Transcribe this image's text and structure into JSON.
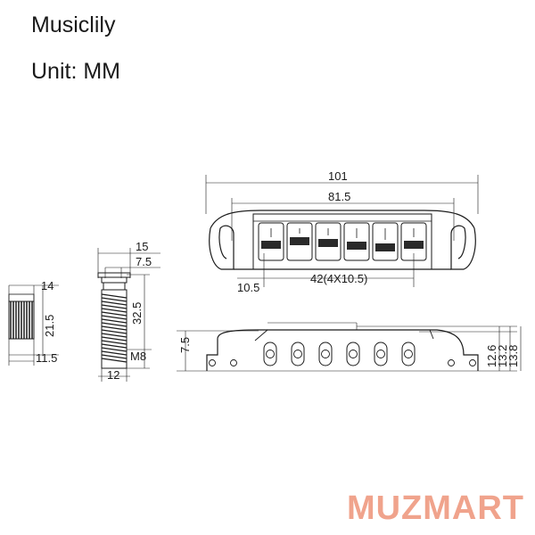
{
  "header": {
    "brand": "Musiclily",
    "unit": "Unit: MM"
  },
  "watermark": "MUZMART",
  "dimensions": {
    "bridge_total_width": "101",
    "stud_spacing": "81.5",
    "edge_to_saddle": "10.5",
    "saddle_span": "42(4X10.5)",
    "bridge_height": "7.5",
    "side_h1": "12.6",
    "side_h2": "13.2",
    "side_h3": "13.8",
    "wheel_width": "14",
    "wheel_height": "21.5",
    "wheel_base": "11.5",
    "stud_head": "15",
    "stud_neck": "7.5",
    "stud_length": "32.5",
    "stud_thread": "M8",
    "stud_base": "12"
  }
}
